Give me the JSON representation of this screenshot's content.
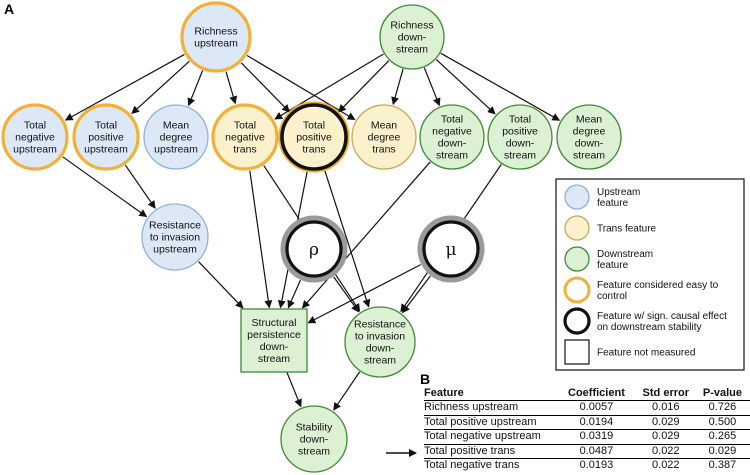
{
  "panel_a_label": "A",
  "panel_b_label": "B",
  "colors": {
    "upstream_fill": "#dde8f6",
    "upstream_stroke": "#8fb0dc",
    "trans_fill": "#fbf1cd",
    "trans_stroke": "#c8a85a",
    "downstream_fill": "#dcf0d4",
    "downstream_stroke": "#3f8a33",
    "easy_control": "#f2b136",
    "causal": "#111111",
    "param_ring": "#9a9a9a"
  },
  "nodes": {
    "richness_up": [
      "Richness",
      "upstream"
    ],
    "richness_down": [
      "Richness",
      "down-",
      "stream"
    ],
    "total_neg_up": [
      "Total",
      "negative",
      "upstream"
    ],
    "total_pos_up": [
      "Total",
      "positive",
      "upstream"
    ],
    "mean_deg_up": [
      "Mean",
      "degree",
      "upstream"
    ],
    "total_neg_trans": [
      "Total",
      "negative",
      "trans"
    ],
    "total_pos_trans": [
      "Total",
      "positive",
      "trans"
    ],
    "mean_deg_trans": [
      "Mean",
      "degree",
      "trans"
    ],
    "total_neg_down": [
      "Total",
      "negative",
      "down-",
      "stream"
    ],
    "total_pos_down": [
      "Total",
      "positive",
      "down-",
      "stream"
    ],
    "mean_deg_down": [
      "Mean",
      "degree",
      "down-",
      "stream"
    ],
    "resist_up": [
      "Resistance",
      "to invasion",
      "upstream"
    ],
    "rho": [
      "ρ"
    ],
    "mu": [
      "μ"
    ],
    "struct_persist": [
      "Structural",
      "persistence",
      "down-",
      "stream"
    ],
    "resist_down": [
      "Resistance",
      "to invasion",
      "down-",
      "stream"
    ],
    "stability_down": [
      "Stability",
      "down-",
      "stream"
    ]
  },
  "legend": [
    [
      "Upstream",
      "feature"
    ],
    [
      "Trans feature"
    ],
    [
      "Downstream",
      "feature"
    ],
    [
      "Feature considered easy to",
      "control"
    ],
    [
      "Feature w/ sign. causal effect",
      "on downstream stability"
    ],
    [
      "Feature not measured"
    ]
  ],
  "table": {
    "headers": [
      "Feature",
      "Coefficient",
      "Std error",
      "P-value"
    ],
    "rows": [
      [
        "Richness upstream",
        "0.0057",
        "0.016",
        "0.726"
      ],
      [
        "Total positive upstream",
        "0.0194",
        "0.029",
        "0.500"
      ],
      [
        "Total negative upstream",
        "0.0319",
        "0.029",
        "0.265"
      ],
      [
        "Total positive trans",
        "0.0487",
        "0.022",
        "0.029"
      ],
      [
        "Total negative trans",
        "0.0193",
        "0.022",
        "0.387"
      ]
    ],
    "highlighted_row": 3
  }
}
